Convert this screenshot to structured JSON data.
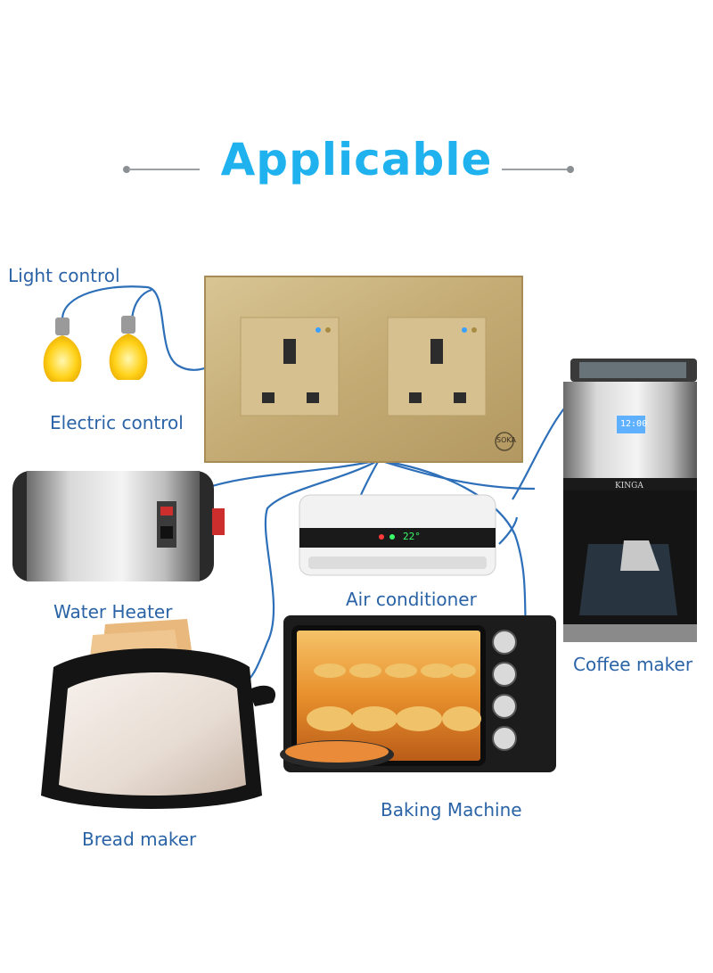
{
  "title": "Applicable",
  "brand_mark": "SOKA",
  "display_reading": "22°",
  "coffee_clock": "12:00",
  "coffee_brand": "KINGA",
  "labels": {
    "light_control": "Light control",
    "electric_control": "Electric control",
    "water_heater": "Water Heater",
    "air_conditioner": "Air conditioner",
    "coffee_maker": "Coffee maker",
    "baking_machine": "Baking Machine",
    "bread_maker": "Bread maker"
  },
  "colors": {
    "title": "#1fb2ee",
    "label": "#2a63a6",
    "wire": "#2d6fb8",
    "socket_panel": "#c9b27e"
  }
}
